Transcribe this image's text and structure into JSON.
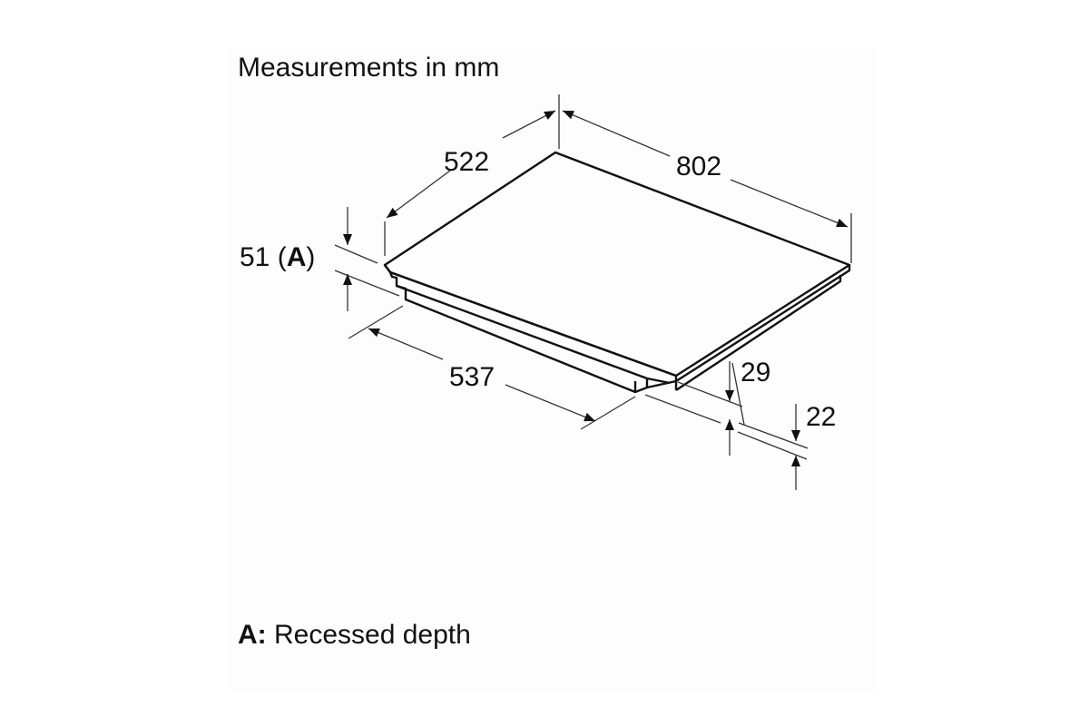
{
  "diagram": {
    "title": "Measurements in mm",
    "legend": {
      "key": "A:",
      "text": "Recessed depth"
    },
    "colors": {
      "line": "#111111",
      "dimension_line": "#333333",
      "panel_background": "#fdfdfd",
      "page_background": "#ffffff"
    },
    "dimensions": {
      "depth_top": {
        "value": "522",
        "description": "hob depth"
      },
      "width_top": {
        "value": "802",
        "description": "hob width"
      },
      "recessed_height": {
        "value": "51",
        "marker": "A"
      },
      "cutout_width": {
        "value": "537"
      },
      "frame_height": {
        "value": "29"
      },
      "base_height": {
        "value": "22"
      }
    },
    "labels": {
      "height_prefix": "51 (",
      "height_marker": "A",
      "height_suffix": ")"
    }
  }
}
